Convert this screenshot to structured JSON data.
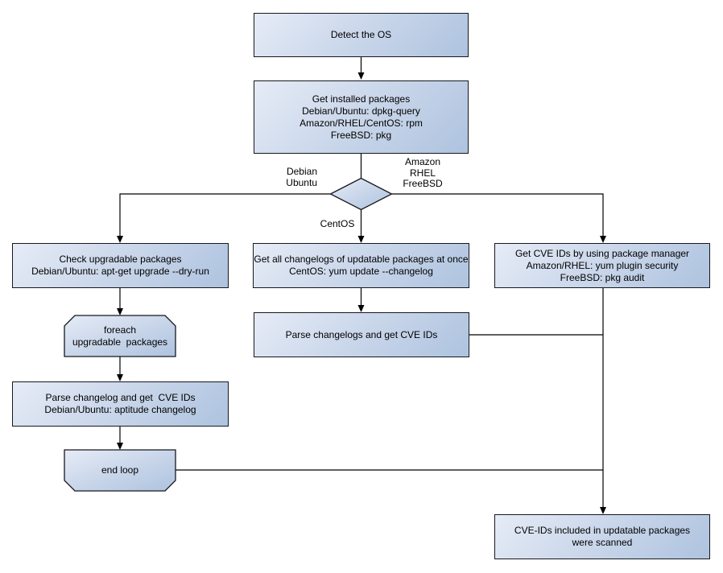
{
  "nodes": {
    "detect_os": "Detect the OS",
    "get_installed": "Get installed packages\nDebian/Ubuntu: dpkg-query\nAmazon/RHEL/CentOS: rpm\nFreeBSD: pkg",
    "check_upgradable": "Check upgradable packages\nDebian/Ubuntu: apt-get upgrade --dry-run",
    "foreach_loop": "foreach\nupgradable  packages",
    "parse_changelog_left": "Parse changelog and get  CVE IDs\nDebian/Ubuntu: aptitude changelog",
    "end_loop": "end loop",
    "get_changelogs": "Get all changelogs of updatable packages at once\nCentOS: yum update --changelog",
    "parse_changelogs_mid": "Parse changelogs and get CVE IDs",
    "get_cve_ids": "Get CVE IDs by using package manager\nAmazon/RHEL: yum plugin security\nFreeBSD: pkg audit",
    "cve_scanned": "CVE-IDs included in updatable packages\nwere scanned"
  },
  "branch_labels": {
    "left": "Debian\nUbuntu",
    "right": "Amazon\nRHEL\nFreeBSD",
    "down": "CentOS"
  },
  "colors": {
    "node_fill_light": "#e6ecf7",
    "node_fill_dark": "#aec3df",
    "node_border": "#16181d",
    "connector": "#000000",
    "background": "#ffffff",
    "text": "#000000"
  }
}
